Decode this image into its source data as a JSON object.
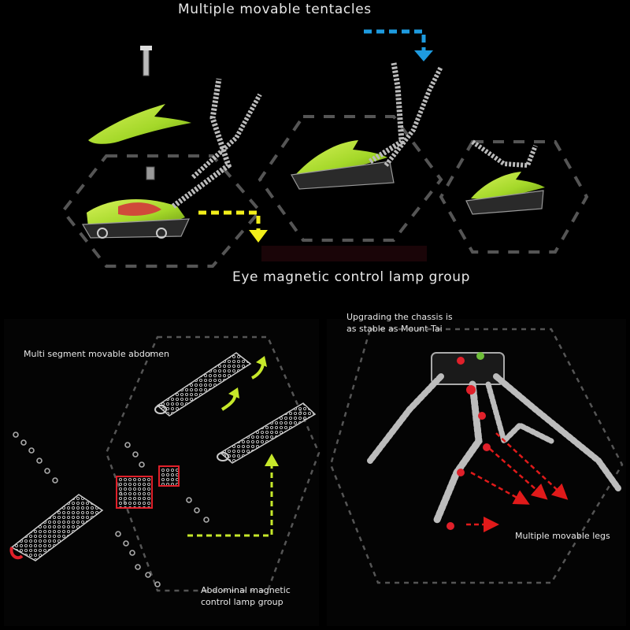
{
  "labels": {
    "tentacles": "Multiple movable tentacles",
    "eye_lamp": "Eye magnetic control lamp group",
    "abdomen": "Multi segment movable abdomen",
    "chassis_line1": "Upgrading the chassis is",
    "chassis_line2": "as stable as Mount Tai",
    "abdominal_lamp_line1": "Abdominal magnetic",
    "abdominal_lamp_line2": "control lamp group",
    "legs": "Multiple movable legs"
  },
  "colors": {
    "background": "#000000",
    "text": "#e8e8e8",
    "hexagon": "#555555",
    "arrow_blue": "#1e9be0",
    "arrow_yellow": "#f2ee1a",
    "arrow_lime": "#c6e82a",
    "arrow_red": "#e01a1a",
    "body_green": "#aee02c",
    "frame_gray": "#b5b5b5",
    "joint_red": "#e0202a"
  },
  "icons": [
    "dashed-arrow-icon",
    "curved-arrow-icon",
    "hexagon-frame",
    "robot-head-part",
    "tentacle-part",
    "abdomen-part",
    "spider-chassis"
  ]
}
